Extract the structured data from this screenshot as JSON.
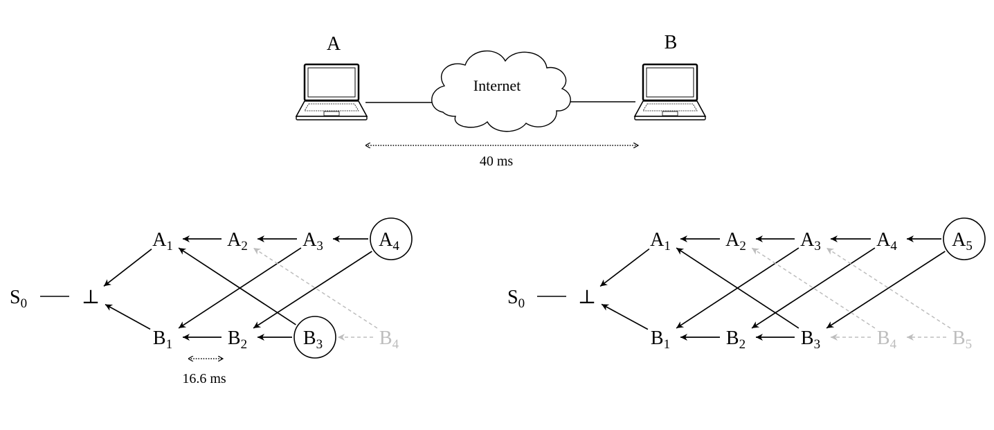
{
  "network": {
    "host_a_label": "A",
    "host_b_label": "B",
    "cloud_label": "Internet",
    "latency_label": "40 ms"
  },
  "colors": {
    "ink": "#000000",
    "faded": "#bdbdbd"
  },
  "left_graph": {
    "root": {
      "base": "S",
      "sub": "0"
    },
    "bottom_symbol": "⊥",
    "interval_label": "16.6 ms",
    "nodes": [
      {
        "id": "A1",
        "base": "A",
        "sub": "1",
        "state": "normal"
      },
      {
        "id": "A2",
        "base": "A",
        "sub": "2",
        "state": "normal"
      },
      {
        "id": "A3",
        "base": "A",
        "sub": "3",
        "state": "normal"
      },
      {
        "id": "A4",
        "base": "A",
        "sub": "4",
        "state": "circled"
      },
      {
        "id": "B1",
        "base": "B",
        "sub": "1",
        "state": "normal"
      },
      {
        "id": "B2",
        "base": "B",
        "sub": "2",
        "state": "normal"
      },
      {
        "id": "B3",
        "base": "B",
        "sub": "3",
        "state": "circled"
      },
      {
        "id": "B4",
        "base": "B",
        "sub": "4",
        "state": "faded"
      }
    ],
    "edges": [
      {
        "from": "A1",
        "to": "bottom",
        "style": "solid"
      },
      {
        "from": "B1",
        "to": "bottom",
        "style": "solid"
      },
      {
        "from": "A2",
        "to": "A1",
        "style": "solid"
      },
      {
        "from": "A3",
        "to": "A2",
        "style": "solid"
      },
      {
        "from": "A4",
        "to": "A3",
        "style": "solid"
      },
      {
        "from": "B2",
        "to": "B1",
        "style": "solid"
      },
      {
        "from": "B3",
        "to": "B2",
        "style": "solid"
      },
      {
        "from": "B4",
        "to": "B3",
        "style": "dashed"
      },
      {
        "from": "A3",
        "to": "B1",
        "style": "solid"
      },
      {
        "from": "A4",
        "to": "B2",
        "style": "solid"
      },
      {
        "from": "B3",
        "to": "A1",
        "style": "solid"
      },
      {
        "from": "B4",
        "to": "A2",
        "style": "dashed"
      }
    ]
  },
  "right_graph": {
    "root": {
      "base": "S",
      "sub": "0"
    },
    "bottom_symbol": "⊥",
    "nodes": [
      {
        "id": "A1",
        "base": "A",
        "sub": "1",
        "state": "normal"
      },
      {
        "id": "A2",
        "base": "A",
        "sub": "2",
        "state": "normal"
      },
      {
        "id": "A3",
        "base": "A",
        "sub": "3",
        "state": "normal"
      },
      {
        "id": "A4",
        "base": "A",
        "sub": "4",
        "state": "normal"
      },
      {
        "id": "A5",
        "base": "A",
        "sub": "5",
        "state": "circled"
      },
      {
        "id": "B1",
        "base": "B",
        "sub": "1",
        "state": "normal"
      },
      {
        "id": "B2",
        "base": "B",
        "sub": "2",
        "state": "normal"
      },
      {
        "id": "B3",
        "base": "B",
        "sub": "3",
        "state": "normal"
      },
      {
        "id": "B4",
        "base": "B",
        "sub": "4",
        "state": "faded"
      },
      {
        "id": "B5",
        "base": "B",
        "sub": "5",
        "state": "faded"
      }
    ],
    "edges": [
      {
        "from": "A1",
        "to": "bottom",
        "style": "solid"
      },
      {
        "from": "B1",
        "to": "bottom",
        "style": "solid"
      },
      {
        "from": "A2",
        "to": "A1",
        "style": "solid"
      },
      {
        "from": "A3",
        "to": "A2",
        "style": "solid"
      },
      {
        "from": "A4",
        "to": "A3",
        "style": "solid"
      },
      {
        "from": "A5",
        "to": "A4",
        "style": "solid"
      },
      {
        "from": "B2",
        "to": "B1",
        "style": "solid"
      },
      {
        "from": "B3",
        "to": "B2",
        "style": "solid"
      },
      {
        "from": "B4",
        "to": "B3",
        "style": "dashed"
      },
      {
        "from": "B5",
        "to": "B4",
        "style": "dashed"
      },
      {
        "from": "A3",
        "to": "B1",
        "style": "solid"
      },
      {
        "from": "A4",
        "to": "B2",
        "style": "solid"
      },
      {
        "from": "A5",
        "to": "B3",
        "style": "solid"
      },
      {
        "from": "B3",
        "to": "A1",
        "style": "solid"
      },
      {
        "from": "B4",
        "to": "A2",
        "style": "dashed"
      },
      {
        "from": "B5",
        "to": "A3",
        "style": "dashed"
      }
    ]
  }
}
